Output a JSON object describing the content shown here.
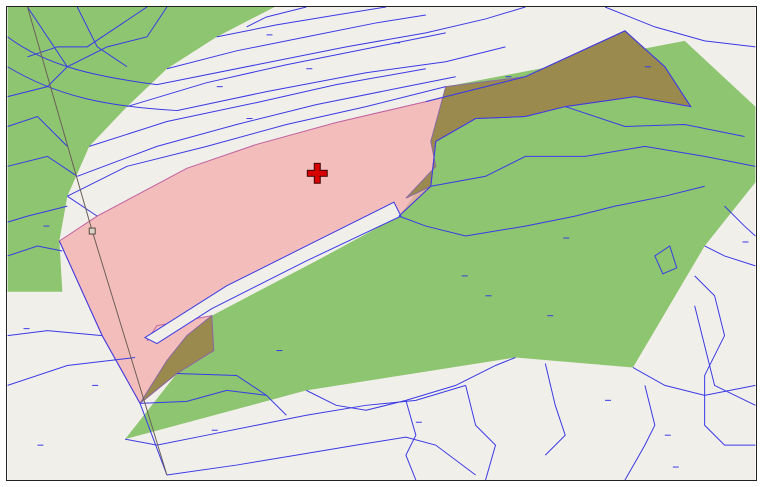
{
  "map": {
    "background_color": "#f1efea",
    "parcel_line_color": "#3a3ae6",
    "layers": [
      {
        "name": "green-zone",
        "color": "#7fbf5e",
        "opacity": 0.88
      },
      {
        "name": "red-zone",
        "color": "#f4a9a9",
        "opacity": 0.72
      },
      {
        "name": "overlap",
        "color": "#9a8a4e"
      }
    ],
    "marker": {
      "icon": "crosshair-plus-icon",
      "color": "#d80000"
    },
    "survey_line": {
      "color": "#6b6058",
      "vertex_icon": "square-vertex-icon"
    }
  }
}
